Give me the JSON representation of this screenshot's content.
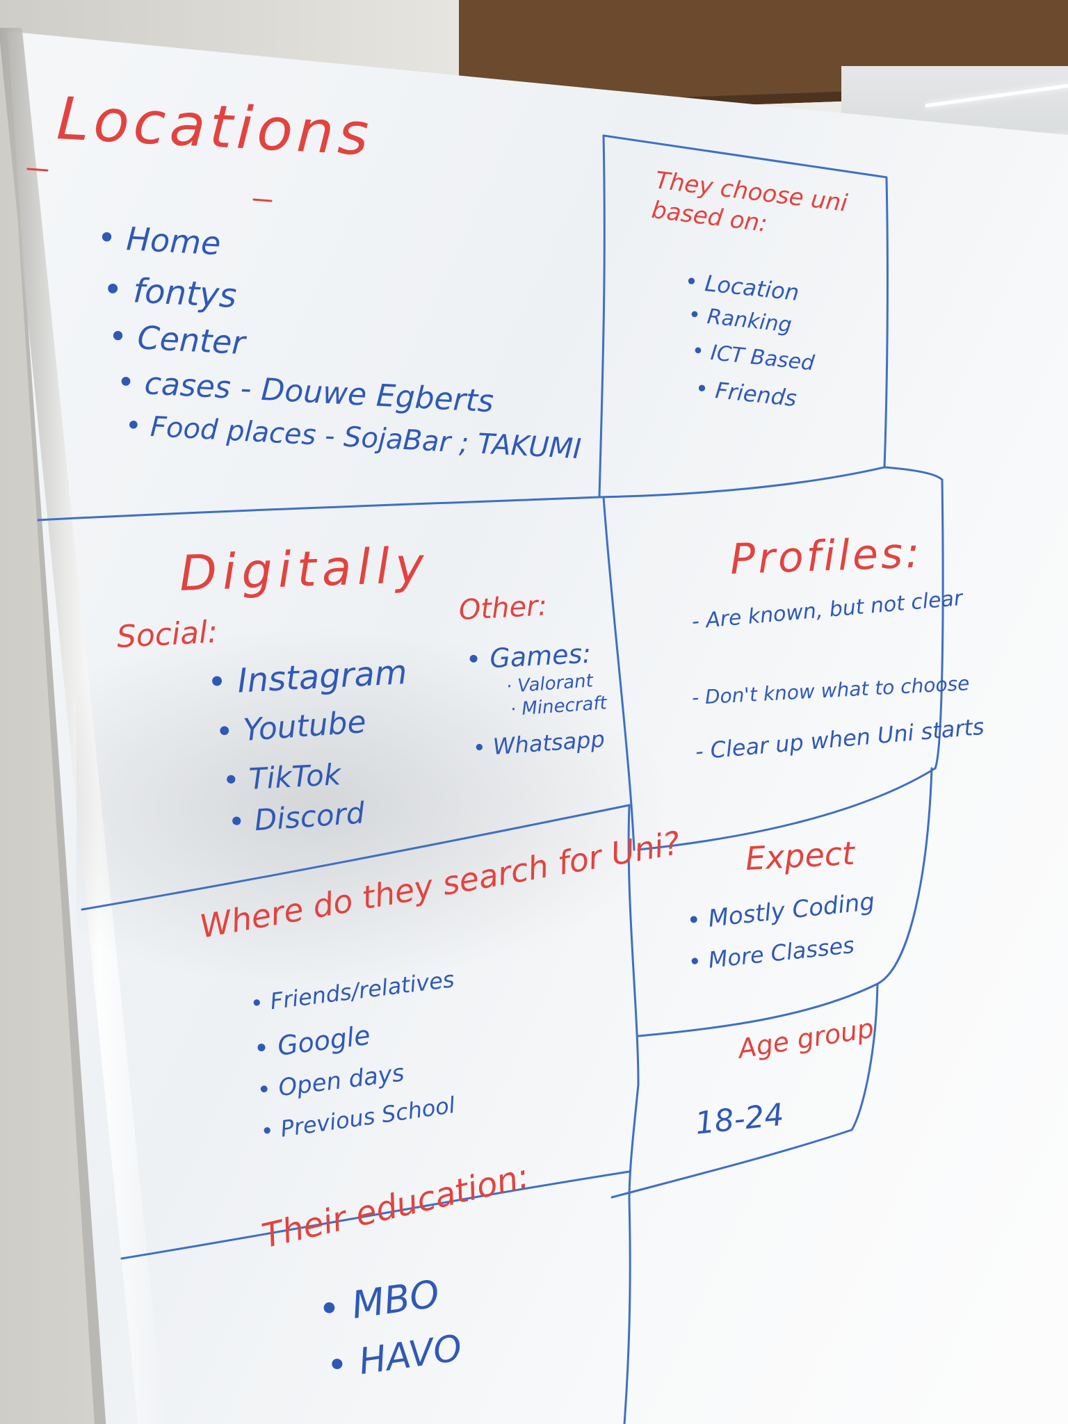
{
  "colors": {
    "marker_red": "#e2433f",
    "marker_blue": "#2f59b7",
    "board": "#f3f5f7",
    "wood_frame": "#6b4a2e"
  },
  "sections": {
    "locations": {
      "title": "Locations",
      "items": [
        "Home",
        "fontys",
        "Center",
        "cases - Douwe Egberts",
        "Food places - SojaBar ; TAKUMI"
      ]
    },
    "uni_choice": {
      "title": "They choose uni based on:",
      "items": [
        "Location",
        "Ranking",
        "ICT Based",
        "Friends"
      ]
    },
    "digitally": {
      "title": "Digitally",
      "social_heading": "Social:",
      "social_items": [
        "Instagram",
        "Youtube",
        "TikTok",
        "Discord"
      ],
      "other_heading": "Other:",
      "games_label": "Games:",
      "games": [
        "Valorant",
        "Minecraft"
      ],
      "whatsapp": "Whatsapp"
    },
    "profiles": {
      "title": "Profiles:",
      "items": [
        "- Are known, but not clear",
        "- Don't know what to choose",
        "- Clear up when Uni starts"
      ]
    },
    "search": {
      "title": "Where do they search for Uni?",
      "items": [
        "Friends/relatives",
        "Google",
        "Open days",
        "Previous School"
      ]
    },
    "expect": {
      "title": "Expect",
      "items": [
        "Mostly Coding",
        "More Classes"
      ]
    },
    "age_group": {
      "title": "Age group",
      "value": "18-24"
    },
    "education": {
      "title": "Their education:",
      "items": [
        "MBO",
        "HAVO"
      ]
    }
  }
}
